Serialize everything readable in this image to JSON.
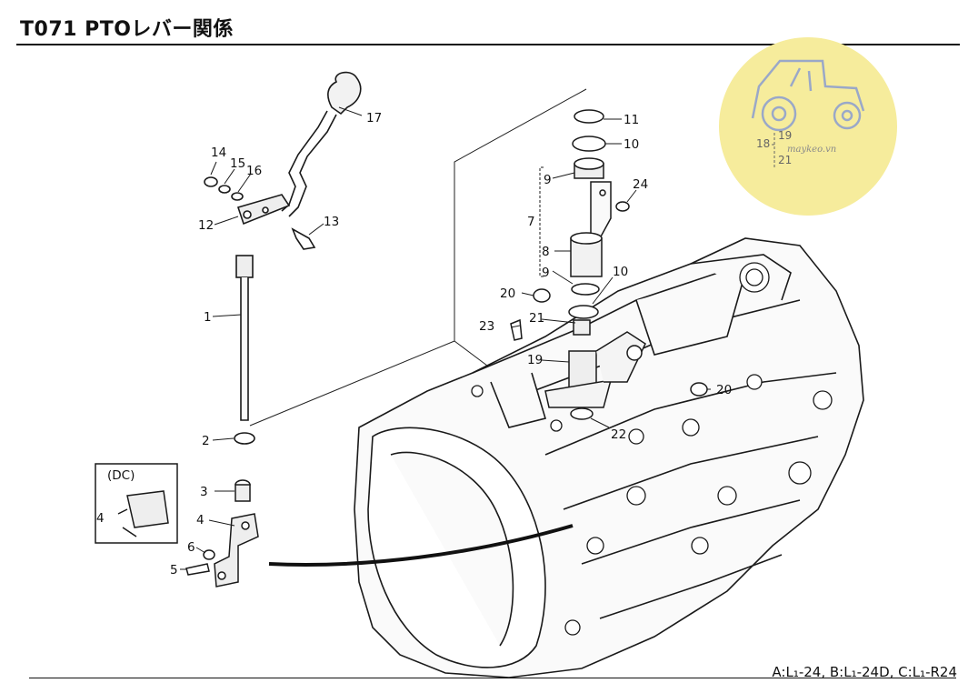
{
  "title": "T071 PTOレバー関係",
  "footer_models": "A:L₁-24, B:L₁-24D, C:L₁-R24",
  "watermark": {
    "site": "maykeo.vn",
    "ref_left": "18",
    "ref_top": "19",
    "ref_bottom": "21",
    "color": "#f6ec9c"
  },
  "inset": {
    "label": "(DC)",
    "part": "4"
  },
  "parts": [
    {
      "id": "p17",
      "no": "17"
    },
    {
      "id": "p14",
      "no": "14"
    },
    {
      "id": "p15",
      "no": "15"
    },
    {
      "id": "p16",
      "no": "16"
    },
    {
      "id": "p12",
      "no": "12"
    },
    {
      "id": "p13",
      "no": "13"
    },
    {
      "id": "p1",
      "no": "1"
    },
    {
      "id": "p2",
      "no": "2"
    },
    {
      "id": "p3",
      "no": "3"
    },
    {
      "id": "p4",
      "no": "4"
    },
    {
      "id": "p6",
      "no": "6"
    },
    {
      "id": "p5",
      "no": "5"
    },
    {
      "id": "p11",
      "no": "11"
    },
    {
      "id": "p10a",
      "no": "10"
    },
    {
      "id": "p9a",
      "no": "9"
    },
    {
      "id": "p24",
      "no": "24"
    },
    {
      "id": "p7",
      "no": "7"
    },
    {
      "id": "p8",
      "no": "8"
    },
    {
      "id": "p9b",
      "no": "9"
    },
    {
      "id": "p10b",
      "no": "10"
    },
    {
      "id": "p20a",
      "no": "20"
    },
    {
      "id": "p21",
      "no": "21"
    },
    {
      "id": "p23",
      "no": "23"
    },
    {
      "id": "p19",
      "no": "19"
    },
    {
      "id": "p20b",
      "no": "20"
    },
    {
      "id": "p22",
      "no": "22"
    }
  ]
}
